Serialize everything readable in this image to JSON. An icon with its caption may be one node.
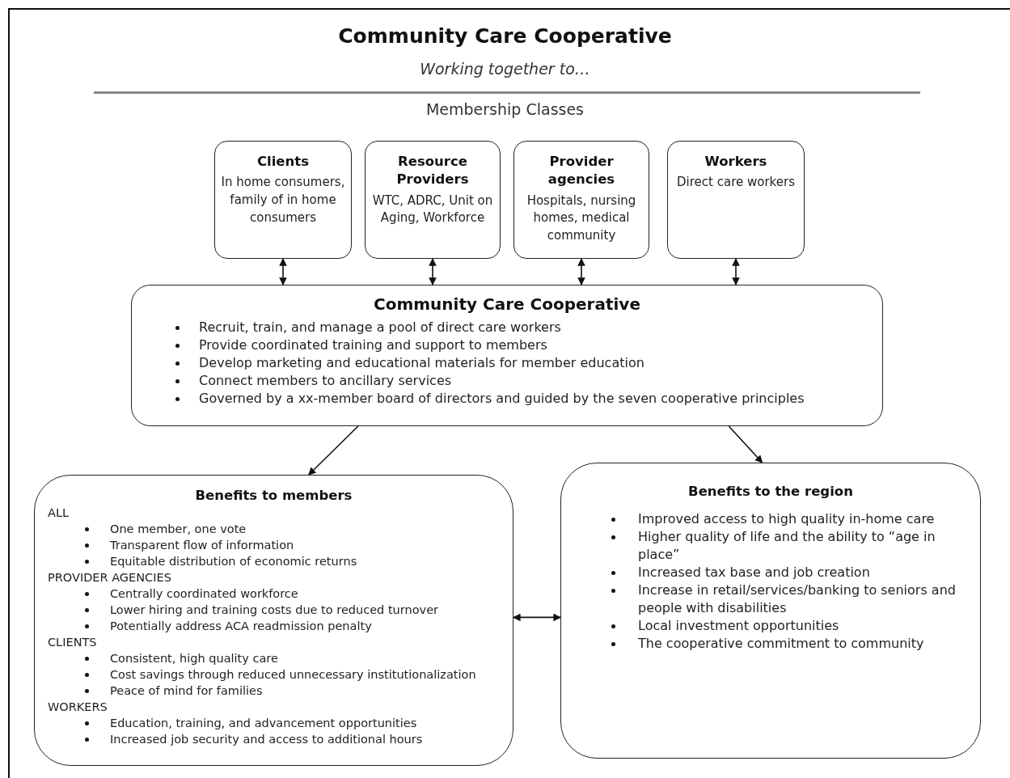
{
  "diagram": {
    "title": "Community Care Cooperative",
    "nodes": [
      {
        "text": [
          "Clients",
          "In home consumers, family of in home consumers"
        ]
      },
      {
        "text": [
          "Resource Providers",
          "WTC, ADRC, Unit on Aging, Workforce"
        ]
      },
      {
        "text": [
          "Provider agencies",
          "Hospitals, nursing homes, medical community"
        ]
      },
      {
        "text": [
          "Workers",
          "Direct care workers"
        ]
      },
      {
        "text": [
          "Community Care Cooperative",
          "Recruit, train, and manage a pool of direct care workers",
          "Provide coordinated training and support to members",
          "Develop marketing and educational materials for member education",
          "Connect members to ancillary services",
          "Governed by a xx-member board of directors and guided by the seven cooperative principles"
        ]
      },
      {
        "text": [
          "Benefits to members",
          "ALL",
          "One member, one vote",
          "Transparent flow of information",
          "Equitable distribution of economic returns",
          "PROVIDER AGENCIES",
          "Centrally coordinated workforce",
          "Lower hiring and training costs due to reduced turnover",
          "Potentially address ACA readmission penalty",
          "CLIENTS",
          "Consistent, high quality care",
          "Cost savings through reduced unnecessary institutionalization",
          "Peace of mind for families",
          "WORKERS",
          "Education, training, and advancement opportunities",
          "Increased job security and access to additional hours"
        ]
      },
      {
        "text": [
          "Benefits to the region",
          "Improved access to high quality in-home care",
          "Higher quality of life and the ability to “age in place”",
          "Increased tax base and job creation",
          "Increase in retail/services/banking to seniors and people with disabilities",
          "Local investment opportunities",
          "The cooperative commitment to community"
        ]
      }
    ],
    "edges": [
      {
        "from": 0,
        "to": 4,
        "arrow": "both"
      },
      {
        "from": 1,
        "to": 4,
        "arrow": "both"
      },
      {
        "from": 2,
        "to": 4,
        "arrow": "both"
      },
      {
        "from": 3,
        "to": 4,
        "arrow": "both"
      },
      {
        "from": 4,
        "to": 5,
        "arrow": "to"
      },
      {
        "from": 4,
        "to": 6,
        "arrow": "to"
      },
      {
        "from": 5,
        "to": 6,
        "arrow": "both"
      }
    ],
    "labels": [
      "Working together to…",
      "Membership Classes"
    ]
  }
}
